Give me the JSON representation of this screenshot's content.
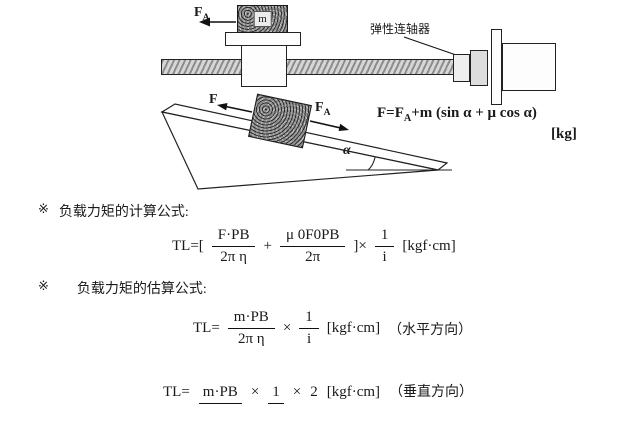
{
  "top_diagram": {
    "fa_label": {
      "main": "F",
      "sub": "A"
    },
    "mass_label": "m",
    "coupling_label": "弹性连轴器",
    "formula": {
      "p1": "F=F",
      "sub": "A",
      "p2": "+m",
      "p3": " (sin α + μ cos α)",
      "unit": "[kg]"
    }
  },
  "incline_diagram": {
    "f_label": "F",
    "fa_label": {
      "main": "F",
      "sub": "A"
    },
    "alpha_label": "α"
  },
  "sections": {
    "calc": {
      "marker": "※",
      "title": "负载力矩的计算公式:"
    },
    "est": {
      "marker": "※",
      "title": "负载力矩的估算公式:"
    }
  },
  "formulas": {
    "calc": {
      "lead": "TL=[",
      "frac1": {
        "num": "F·PB",
        "den": "2π η"
      },
      "plus": "+",
      "frac2": {
        "num": "μ 0F0PB",
        "den": "2π"
      },
      "close": "]×",
      "frac3": {
        "num": "1",
        "den": "i"
      },
      "unit": "[kgf·cm]"
    },
    "est_horizontal": {
      "lead": "TL=",
      "frac1": {
        "num": "m·PB",
        "den": "2π η"
      },
      "times": "×",
      "frac2": {
        "num": "1",
        "den": "i"
      },
      "unit": "[kgf·cm]",
      "note": "（水平方向）"
    },
    "est_vertical": {
      "lead": "TL=",
      "term1": "m·PB",
      "times1": "×",
      "term2": "1",
      "times2": "×",
      "term3": "2",
      "unit": "[kgf·cm]",
      "note": "（垂直方向）"
    }
  }
}
